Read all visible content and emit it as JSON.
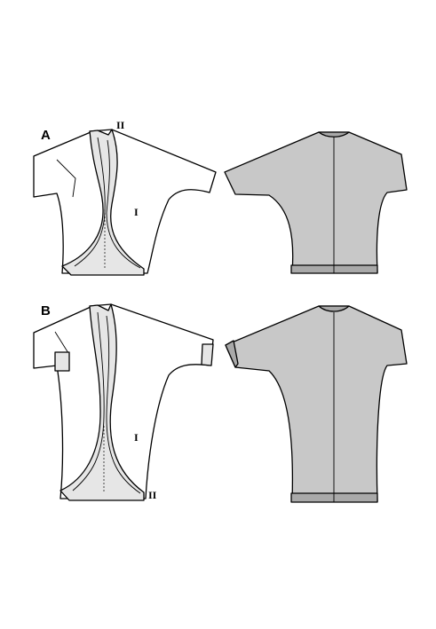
{
  "colors": {
    "front_fill": "#ffffff",
    "back_fill": "#c8c8c8",
    "band_fill": "#e6e6e6",
    "back_band_fill": "#a9a9a9",
    "line": "#000000"
  },
  "view_a": {
    "label": "A",
    "piece_labels": [
      "II",
      "I"
    ]
  },
  "view_b": {
    "label": "B",
    "piece_labels": [
      "I",
      "II"
    ]
  }
}
